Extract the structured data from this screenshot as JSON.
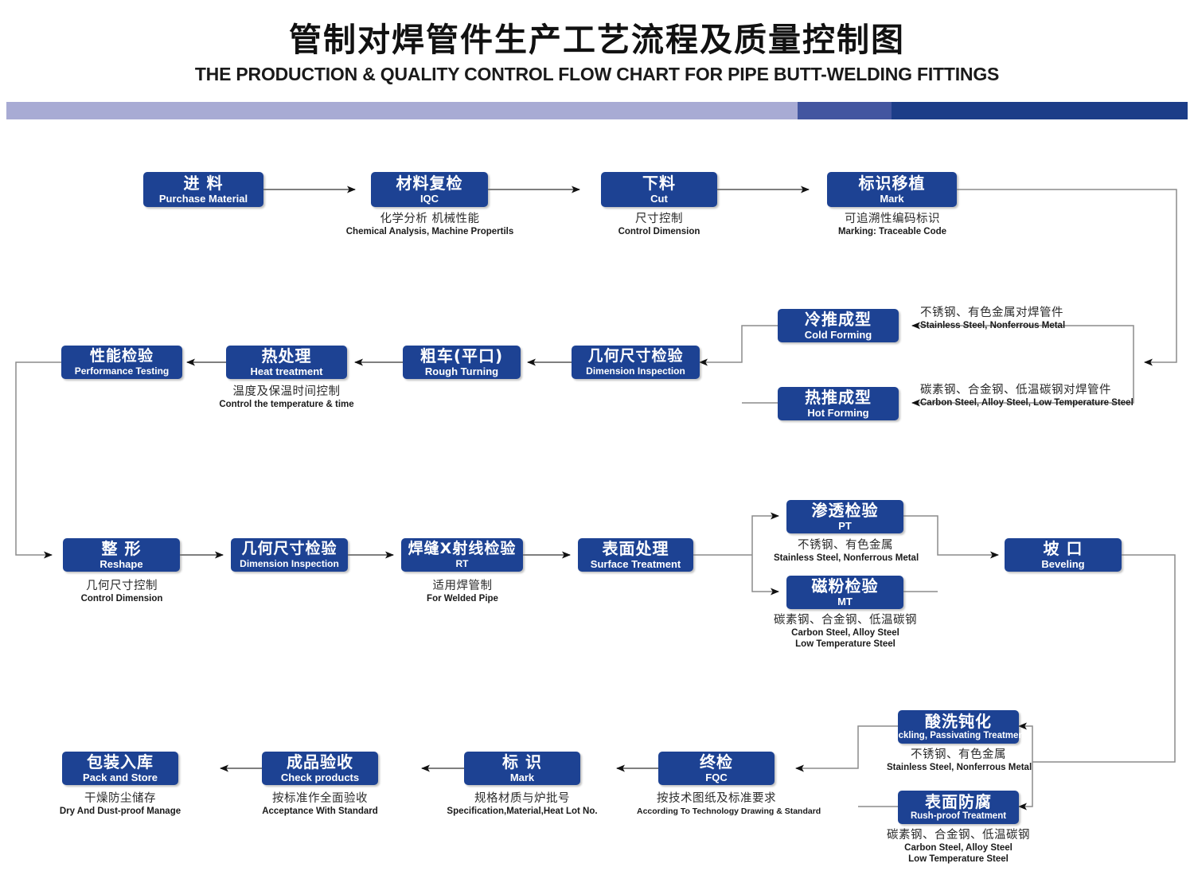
{
  "header": {
    "title_cn": "管制对焊管件生产工艺流程及质量控制图",
    "title_en": "THE PRODUCTION & QUALITY CONTROL FLOW CHART FOR PIPE BUTT-WELDING FITTINGS",
    "bar_colors": [
      "#a8abd4",
      "#4356a0",
      "#1c3d88"
    ]
  },
  "style": {
    "box_fill": "#1d4293",
    "box_text": "#ffffff",
    "caption_text": "#262626",
    "wire_color": "#8c8c8c",
    "arrow_color": "#111111"
  },
  "nodes": {
    "purchase_material": {
      "cn": "进  料",
      "en": "Purchase Material"
    },
    "iqc": {
      "cn": "材料复检",
      "en": "IQC"
    },
    "cut": {
      "cn": "下料",
      "en": "Cut"
    },
    "mark_top": {
      "cn": "标识移植",
      "en": "Mark"
    },
    "cold_forming": {
      "cn": "冷推成型",
      "en": "Cold Forming"
    },
    "hot_forming": {
      "cn": "热推成型",
      "en": "Hot Forming"
    },
    "dimension_insp_1": {
      "cn": "几何尺寸检验",
      "en": "Dimension Inspection"
    },
    "rough_turning": {
      "cn": "粗车(平口)",
      "en": "Rough Turning"
    },
    "heat_treatment": {
      "cn": "热处理",
      "en": "Heat treatment"
    },
    "performance_test": {
      "cn": "性能检验",
      "en": "Performance Testing"
    },
    "reshape": {
      "cn": "整  形",
      "en": "Reshape"
    },
    "dimension_insp_2": {
      "cn": "几何尺寸检验",
      "en": "Dimension Inspection"
    },
    "rt": {
      "cn": "焊缝X射线检验",
      "en": "RT"
    },
    "surface_treatment": {
      "cn": "表面处理",
      "en": "Surface  Treatment"
    },
    "pt": {
      "cn": "渗透检验",
      "en": "PT"
    },
    "mt": {
      "cn": "磁粉检验",
      "en": "MT"
    },
    "beveling": {
      "cn": "坡    口",
      "en": "Beveling"
    },
    "pickling": {
      "cn": "酸洗钝化",
      "en": "Pickling, Passivating  Treatment"
    },
    "rust_proof": {
      "cn": "表面防腐",
      "en": "Rush-proof Treatment"
    },
    "fqc": {
      "cn": "终检",
      "en": "FQC"
    },
    "mark_bottom": {
      "cn": "标  识",
      "en": "Mark"
    },
    "check_products": {
      "cn": "成品验收",
      "en": "Check products"
    },
    "pack_and_store": {
      "cn": "包装入库",
      "en": "Pack and Store"
    }
  },
  "captions": {
    "iqc": {
      "cn": "化学分析 机械性能",
      "en": "Chemical  Analysis, Machine Propertils"
    },
    "cut": {
      "cn": "尺寸控制",
      "en": "Control Dimension"
    },
    "mark_top": {
      "cn": "可追溯性编码标识",
      "en": "Marking: Traceable  Code"
    },
    "cold_forming": {
      "cn": "不锈钢、有色金属对焊管件",
      "en": "Stainless Steel, Nonferrous Metal"
    },
    "hot_forming": {
      "cn": "碳素钢、合金钢、低温碳钢对焊管件",
      "en": "Carbon Steel, Alloy Steel, Low Temperature Steel"
    },
    "heat_treatment": {
      "cn": "温度及保温时间控制",
      "en": "Control the  temperature  &  time"
    },
    "reshape": {
      "cn": "几何尺寸控制",
      "en": "Control Dimension"
    },
    "rt": {
      "cn": "适用焊管制",
      "en": "For  Welded  Pipe"
    },
    "pt": {
      "cn": "不锈钢、有色金属",
      "en": "Stainless Steel, Nonferrous Metal"
    },
    "mt": {
      "cn": "碳素钢、合金钢、低温碳钢",
      "en": "Carbon Steel, Alloy Steel\nLow Temperature Steel"
    },
    "pickling": {
      "cn": "不锈钢、有色金属",
      "en": "Stainless Steel, Nonferrous Metal"
    },
    "rust_proof": {
      "cn": "碳素钢、合金钢、低温碳钢",
      "en": "Carbon Steel, Alloy Steel\nLow Temperature Steel"
    },
    "fqc": {
      "cn": "按技术图纸及标准要求",
      "en": "According To Technology Drawing & Standard"
    },
    "mark_bottom": {
      "cn": "规格材质与炉批号",
      "en": "Specification,Material,Heat Lot No."
    },
    "check_products": {
      "cn": "按标准作全面验收",
      "en": "Acceptance  With  Standard"
    },
    "pack_and_store": {
      "cn": "干燥防尘储存",
      "en": "Dry  And Dust-proof  Manage"
    }
  },
  "chart_data": {
    "type": "diagram",
    "title": "管制对焊管件生产工艺流程及质量控制图",
    "flow_order": [
      "purchase_material",
      "iqc",
      "cut",
      "mark_top",
      "cold_forming|hot_forming",
      "dimension_insp_1",
      "rough_turning",
      "heat_treatment",
      "performance_test",
      "reshape",
      "dimension_insp_2",
      "rt",
      "surface_treatment",
      "pt|mt",
      "beveling",
      "pickling|rust_proof",
      "fqc",
      "mark_bottom",
      "check_products",
      "pack_and_store"
    ]
  }
}
